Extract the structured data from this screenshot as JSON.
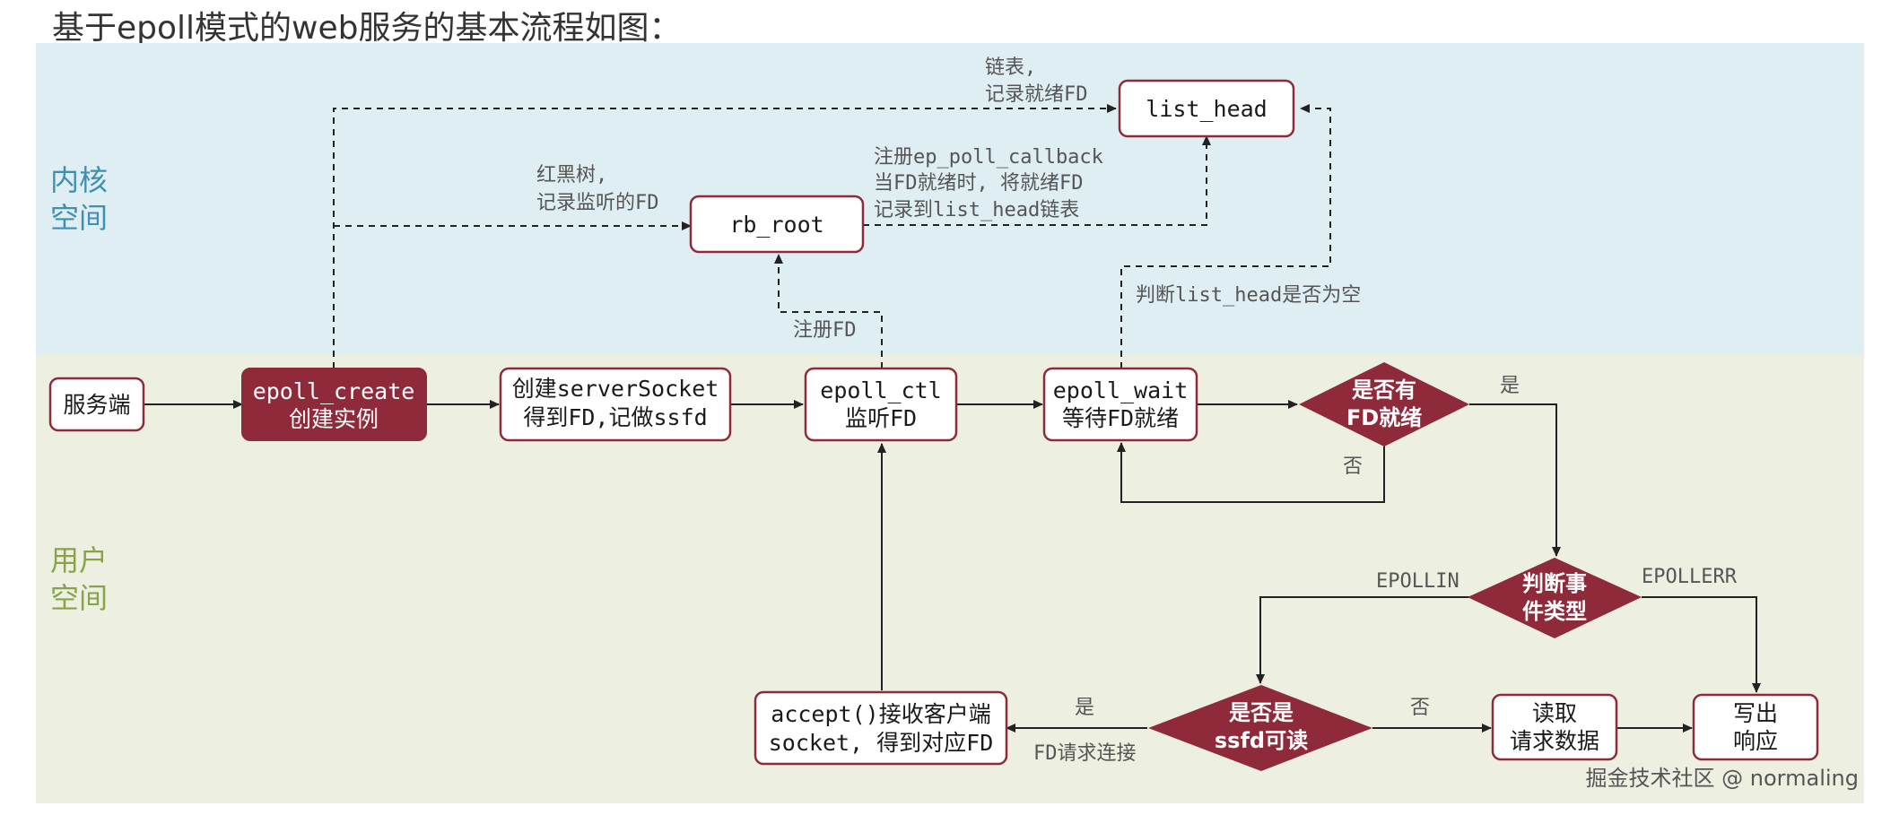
{
  "title": "基于epoll模式的web服务的基本流程如图：",
  "colors": {
    "kernel_bg": "#dfeef3",
    "user_bg": "#edf0e1",
    "kernel_label": "#3f8fb0",
    "user_label": "#88a349",
    "node_border": "#8e2a3a",
    "filled_node": "#8e2a3a",
    "diamond": "#8e2a3a",
    "edge": "#222222",
    "note": "#555555"
  },
  "zones": {
    "kernel": {
      "line1": "内核",
      "line2": "空间"
    },
    "user": {
      "line1": "用户",
      "line2": "空间"
    }
  },
  "nodes": {
    "server": {
      "line1": "服务端"
    },
    "epoll_create": {
      "line1": "epoll_create",
      "line2": "创建实例"
    },
    "create_socket": {
      "line1": "创建serverSocket",
      "line2": "得到FD,记做ssfd"
    },
    "epoll_ctl": {
      "line1": "epoll_ctl",
      "line2": "监听FD"
    },
    "epoll_wait": {
      "line1": "epoll_wait",
      "line2": "等待FD就绪"
    },
    "rb_root": {
      "line1": "rb_root"
    },
    "list_head": {
      "line1": "list_head"
    },
    "accept": {
      "line1": "accept()接收客户端",
      "line2": "socket, 得到对应FD"
    },
    "read": {
      "line1": "读取",
      "line2": "请求数据"
    },
    "write": {
      "line1": "写出",
      "line2": "响应"
    }
  },
  "decisions": {
    "fd_ready": {
      "line1": "是否有",
      "line2": "FD就绪"
    },
    "event_type": {
      "line1": "判断事",
      "line2": "件类型"
    },
    "ssfd_readable": {
      "line1": "是否是",
      "line2": "ssfd可读"
    }
  },
  "notes": {
    "linked_list": {
      "line1": "链表,",
      "line2": "记录就绪FD"
    },
    "rb_tree": {
      "line1": "红黑树,",
      "line2": "记录监听的FD"
    },
    "callback": {
      "line1": "注册ep_poll_callback",
      "line2": "当FD就绪时, 将就绪FD",
      "line3": "记录到list_head链表"
    },
    "register_fd": {
      "line1": "注册FD"
    },
    "check_list": {
      "line1": "判断list_head是否为空"
    }
  },
  "edge_labels": {
    "yes_ready": "是",
    "no_ready": "否",
    "epollin": "EPOLLIN",
    "epollerr": "EPOLLERR",
    "yes_ssfd": "是",
    "fd_request": "FD请求连接",
    "no_ssfd": "否"
  },
  "watermark": "掘金技术社区 @ normaling"
}
